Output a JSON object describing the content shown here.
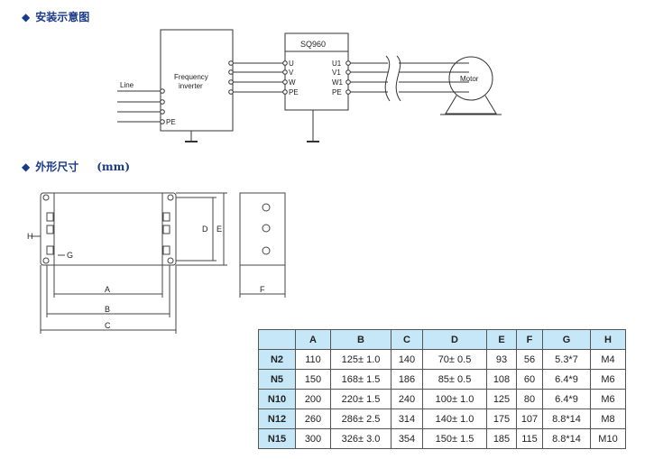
{
  "install": {
    "title": "安装示意图",
    "line_label": "Line",
    "pe_label": "PE",
    "inverter_label_1": "Frequency",
    "inverter_label_2": "inverter",
    "inverter_ports": [
      "U",
      "V",
      "W",
      "PE"
    ],
    "filter_title": "SQ960",
    "filter_out_ports": [
      "U1",
      "V1",
      "W1",
      "PE"
    ],
    "motor_label": "Motor"
  },
  "dimensions": {
    "title": "外形尺寸",
    "unit": "(mm)",
    "labels": {
      "A": "A",
      "B": "B",
      "C": "C",
      "D": "D",
      "E": "E",
      "F": "F",
      "G": "G",
      "H": "H"
    }
  },
  "table": {
    "headers": [
      "",
      "A",
      "B",
      "C",
      "D",
      "E",
      "F",
      "G",
      "H"
    ],
    "rows": [
      {
        "model": "N2",
        "cells": [
          "110",
          "125± 1.0",
          "140",
          "70± 0.5",
          "93",
          "56",
          "5.3*7",
          "M4"
        ]
      },
      {
        "model": "N5",
        "cells": [
          "150",
          "168± 1.5",
          "186",
          "85± 0.5",
          "108",
          "60",
          "6.4*9",
          "M6"
        ]
      },
      {
        "model": "N10",
        "cells": [
          "200",
          "220± 1.5",
          "240",
          "100± 1.0",
          "125",
          "80",
          "6.4*9",
          "M6"
        ]
      },
      {
        "model": "N12",
        "cells": [
          "260",
          "286± 2.5",
          "314",
          "140± 1.0",
          "175",
          "107",
          "8.8*14",
          "M8"
        ]
      },
      {
        "model": "N15",
        "cells": [
          "300",
          "326± 3.0",
          "354",
          "150± 1.5",
          "185",
          "115",
          "8.8*14",
          "M10"
        ]
      }
    ]
  }
}
